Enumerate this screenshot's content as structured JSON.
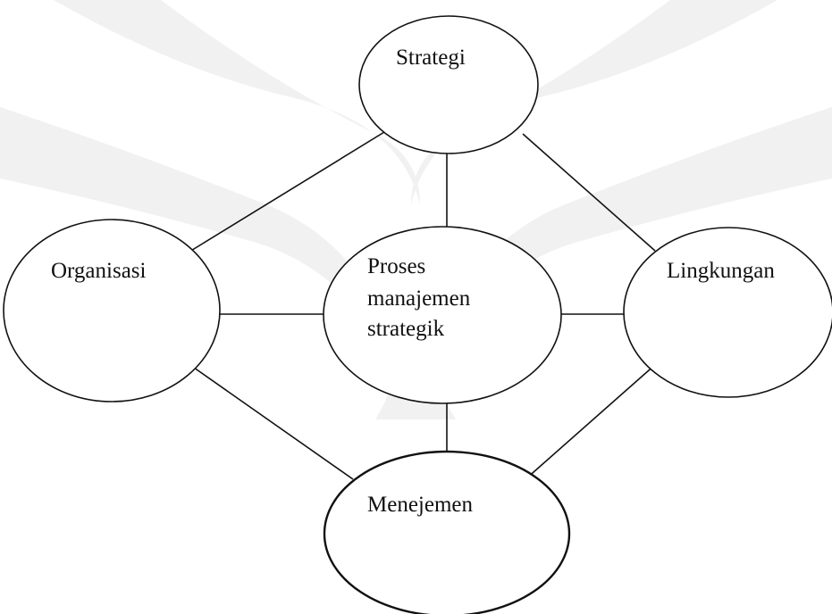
{
  "diagram": {
    "nodes": {
      "strategi": {
        "label": "Strategi"
      },
      "organisasi": {
        "label": "Organisasi"
      },
      "proses": {
        "line1": "Proses",
        "line2": "manajemen",
        "line3": "strategik"
      },
      "lingkungan": {
        "label": "Lingkungan"
      },
      "menejemen": {
        "label": "Menejemen"
      }
    },
    "edges": [
      [
        "strategi",
        "organisasi"
      ],
      [
        "strategi",
        "proses"
      ],
      [
        "strategi",
        "lingkungan"
      ],
      [
        "organisasi",
        "proses"
      ],
      [
        "proses",
        "lingkungan"
      ],
      [
        "organisasi",
        "menejemen"
      ],
      [
        "proses",
        "menejemen"
      ],
      [
        "lingkungan",
        "menejemen"
      ]
    ]
  },
  "colors": {
    "line": "#111111",
    "watermark": "#f1f1f1",
    "background": "#ffffff"
  }
}
